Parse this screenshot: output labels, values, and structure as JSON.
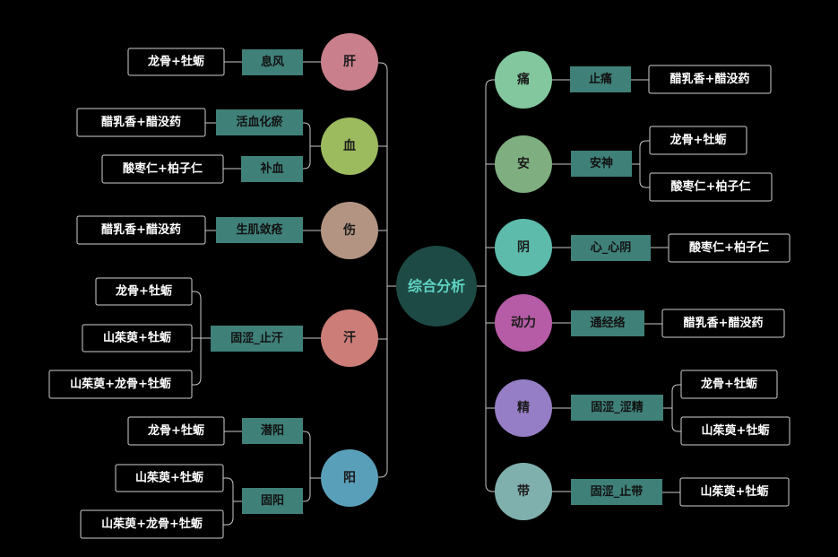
{
  "center": {
    "label": "综合分析",
    "color": "#1d4a44"
  },
  "left": [
    {
      "label": "肝",
      "color": "#c97f8c",
      "functions": [
        {
          "label": "息风",
          "herbs": [
            "龙骨+牡蛎"
          ]
        }
      ]
    },
    {
      "label": "血",
      "color": "#9cba5e",
      "functions": [
        {
          "label": "活血化瘀",
          "herbs": [
            "醋乳香+醋没药"
          ]
        },
        {
          "label": "补血",
          "herbs": [
            "酸枣仁+柏子仁"
          ]
        }
      ]
    },
    {
      "label": "伤",
      "color": "#b39483",
      "functions": [
        {
          "label": "生肌敛疮",
          "herbs": [
            "醋乳香+醋没药"
          ]
        }
      ]
    },
    {
      "label": "汗",
      "color": "#cc7d78",
      "functions": [
        {
          "label": "固涩_止汗",
          "herbs": [
            "龙骨+牡蛎",
            "山茱萸+牡蛎",
            "山茱萸+龙骨+牡蛎"
          ]
        }
      ]
    },
    {
      "label": "阳",
      "color": "#5a9fb9",
      "functions": [
        {
          "label": "潜阳",
          "herbs": [
            "龙骨+牡蛎"
          ]
        },
        {
          "label": "固阳",
          "herbs": [
            "山茱萸+牡蛎",
            "山茱萸+龙骨+牡蛎"
          ]
        }
      ]
    }
  ],
  "right": [
    {
      "label": "痛",
      "color": "#82c79d",
      "functions": [
        {
          "label": "止痛",
          "herbs": [
            "醋乳香+醋没药"
          ]
        }
      ]
    },
    {
      "label": "安",
      "color": "#7fae80",
      "functions": [
        {
          "label": "安神",
          "herbs": [
            "龙骨+牡蛎",
            "酸枣仁+柏子仁"
          ]
        }
      ]
    },
    {
      "label": "阴",
      "color": "#5dbbab",
      "functions": [
        {
          "label": "心_心阴",
          "herbs": [
            "酸枣仁+柏子仁"
          ]
        }
      ]
    },
    {
      "label": "动力",
      "color": "#b65ca6",
      "functions": [
        {
          "label": "通经络",
          "herbs": [
            "醋乳香+醋没药"
          ]
        }
      ]
    },
    {
      "label": "精",
      "color": "#957ec6",
      "functions": [
        {
          "label": "固涩_涩精",
          "herbs": [
            "龙骨+牡蛎",
            "山茱萸+牡蛎"
          ]
        }
      ]
    },
    {
      "label": "带",
      "color": "#7fb0ae",
      "functions": [
        {
          "label": "固涩_止带",
          "herbs": [
            "山茱萸+牡蛎"
          ]
        }
      ]
    }
  ]
}
